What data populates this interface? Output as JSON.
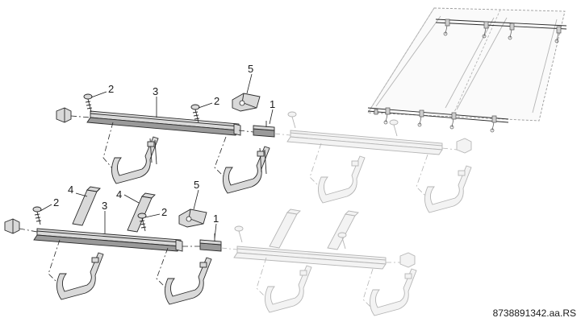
{
  "callouts": {
    "top_screw_left": "2",
    "top_rail": "3",
    "top_screw_right": "2",
    "top_end_clamp": "5",
    "top_connector": "1",
    "bottom_bracket_left": "4",
    "bottom_bracket_right": "4",
    "bottom_screw_left": "2",
    "bottom_rail": "3",
    "bottom_screw_right": "2",
    "bottom_end_clamp": "5",
    "bottom_connector": "1"
  },
  "reference_code": "8738891342.aa.RS"
}
